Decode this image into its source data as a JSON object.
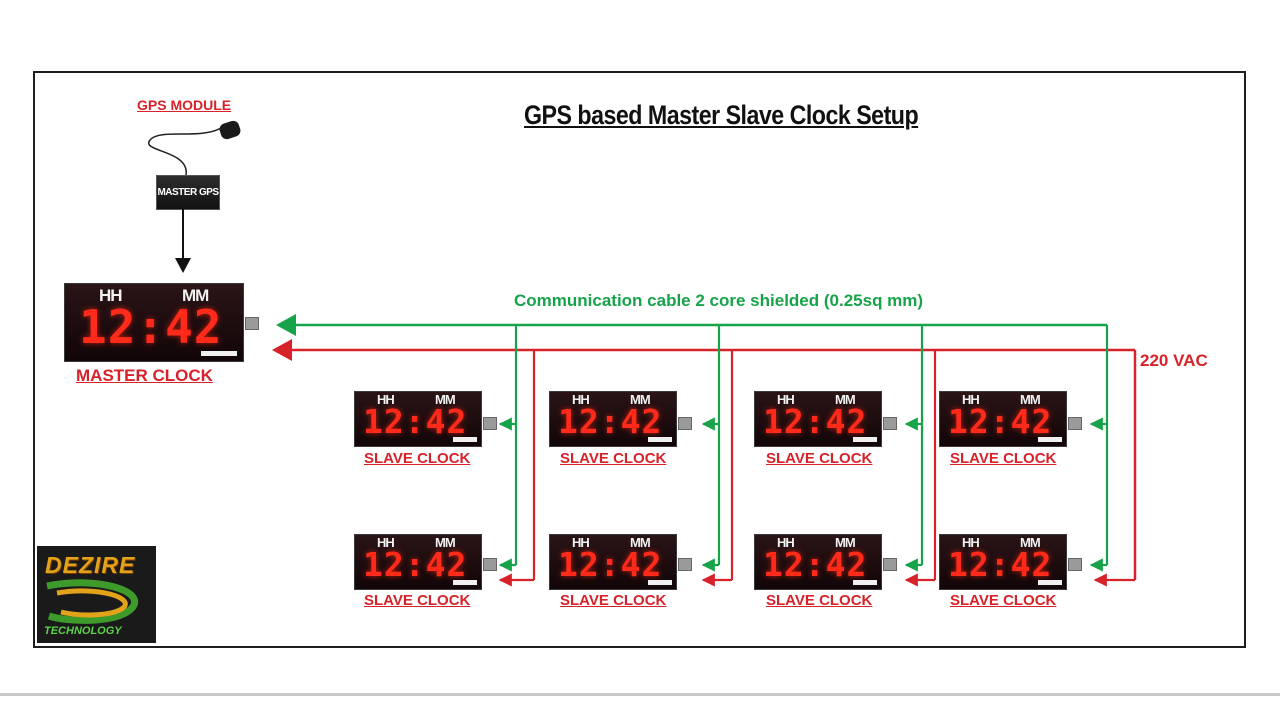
{
  "title": "GPS based Master Slave Clock Setup",
  "gps": {
    "label": "GPS MODULE",
    "box_text": "MASTER GPS"
  },
  "master": {
    "hh": "HH",
    "mm": "MM",
    "time": "12:42",
    "label": "MASTER CLOCK"
  },
  "slaves": [
    {
      "hh": "HH",
      "mm": "MM",
      "time": "12:42",
      "label": "SLAVE CLOCK"
    },
    {
      "hh": "HH",
      "mm": "MM",
      "time": "12:42",
      "label": "SLAVE CLOCK"
    },
    {
      "hh": "HH",
      "mm": "MM",
      "time": "12:42",
      "label": "SLAVE CLOCK"
    },
    {
      "hh": "HH",
      "mm": "MM",
      "time": "12:42",
      "label": "SLAVE CLOCK"
    },
    {
      "hh": "HH",
      "mm": "MM",
      "time": "12:42",
      "label": "SLAVE CLOCK"
    },
    {
      "hh": "HH",
      "mm": "MM",
      "time": "12:42",
      "label": "SLAVE CLOCK"
    },
    {
      "hh": "HH",
      "mm": "MM",
      "time": "12:42",
      "label": "SLAVE CLOCK"
    },
    {
      "hh": "HH",
      "mm": "MM",
      "time": "12:42",
      "label": "SLAVE CLOCK"
    }
  ],
  "cables": {
    "communication_label": "Communication cable 2 core shielded (0.25sq mm)",
    "power_label": "220 VAC",
    "communication_color": "#17a34a",
    "power_color": "#d8222a"
  },
  "logo": {
    "line1": "DEZIRE",
    "line2": "TECHNOLOGY"
  }
}
